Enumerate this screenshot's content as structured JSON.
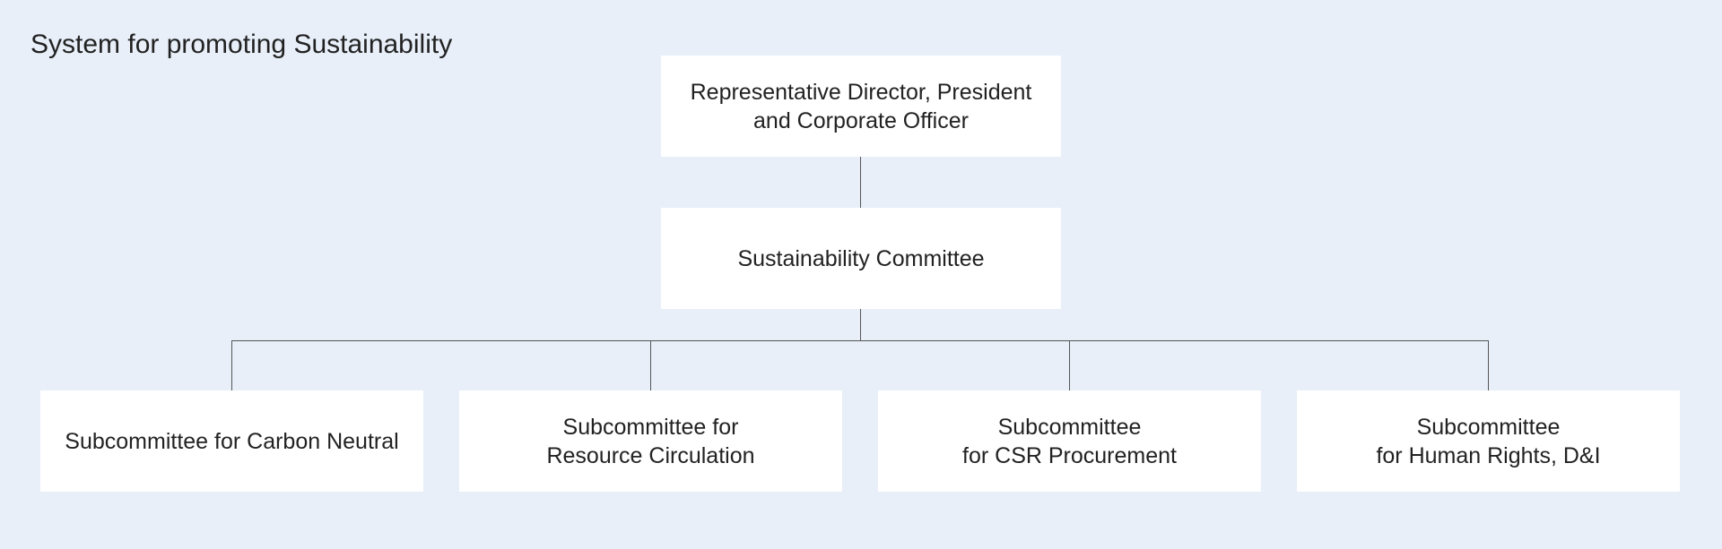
{
  "title": "System for promoting Sustainability",
  "colors": {
    "background": "#e8eff9",
    "box": "#ffffff",
    "connector": "#555555",
    "text": "#222222"
  },
  "nodes": {
    "president": {
      "line1": "Representative Director, President",
      "line2": "and Corporate Officer"
    },
    "committee": {
      "line1": "Sustainability Committee"
    },
    "subcommittees": [
      {
        "line1": "Subcommittee for Carbon Neutral"
      },
      {
        "line1": "Subcommittee for",
        "line2": "Resource Circulation"
      },
      {
        "line1": "Subcommittee",
        "line2": "for CSR Procurement"
      },
      {
        "line1": "Subcommittee",
        "line2": "for Human Rights, D&I"
      }
    ]
  }
}
